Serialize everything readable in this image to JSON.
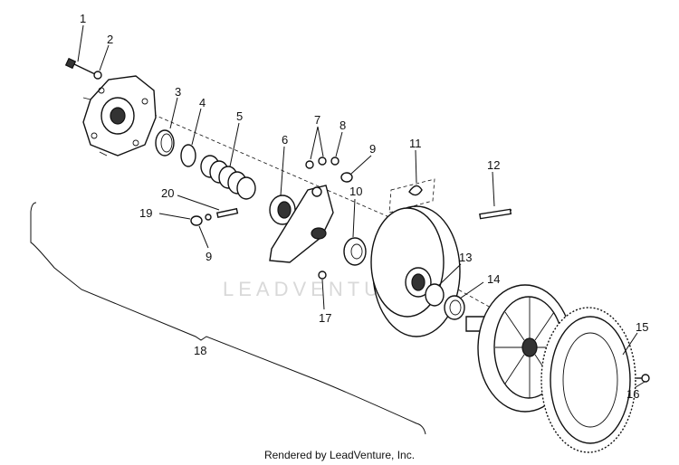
{
  "diagram": {
    "callouts": [
      "1",
      "2",
      "3",
      "4",
      "5",
      "6",
      "7",
      "8",
      "9",
      "10",
      "11",
      "12",
      "13",
      "14",
      "15",
      "16",
      "17",
      "18",
      "19",
      "20",
      "9"
    ],
    "watermark": "LEADVENTURE",
    "footer": "Rendered by LeadVenture, Inc."
  }
}
